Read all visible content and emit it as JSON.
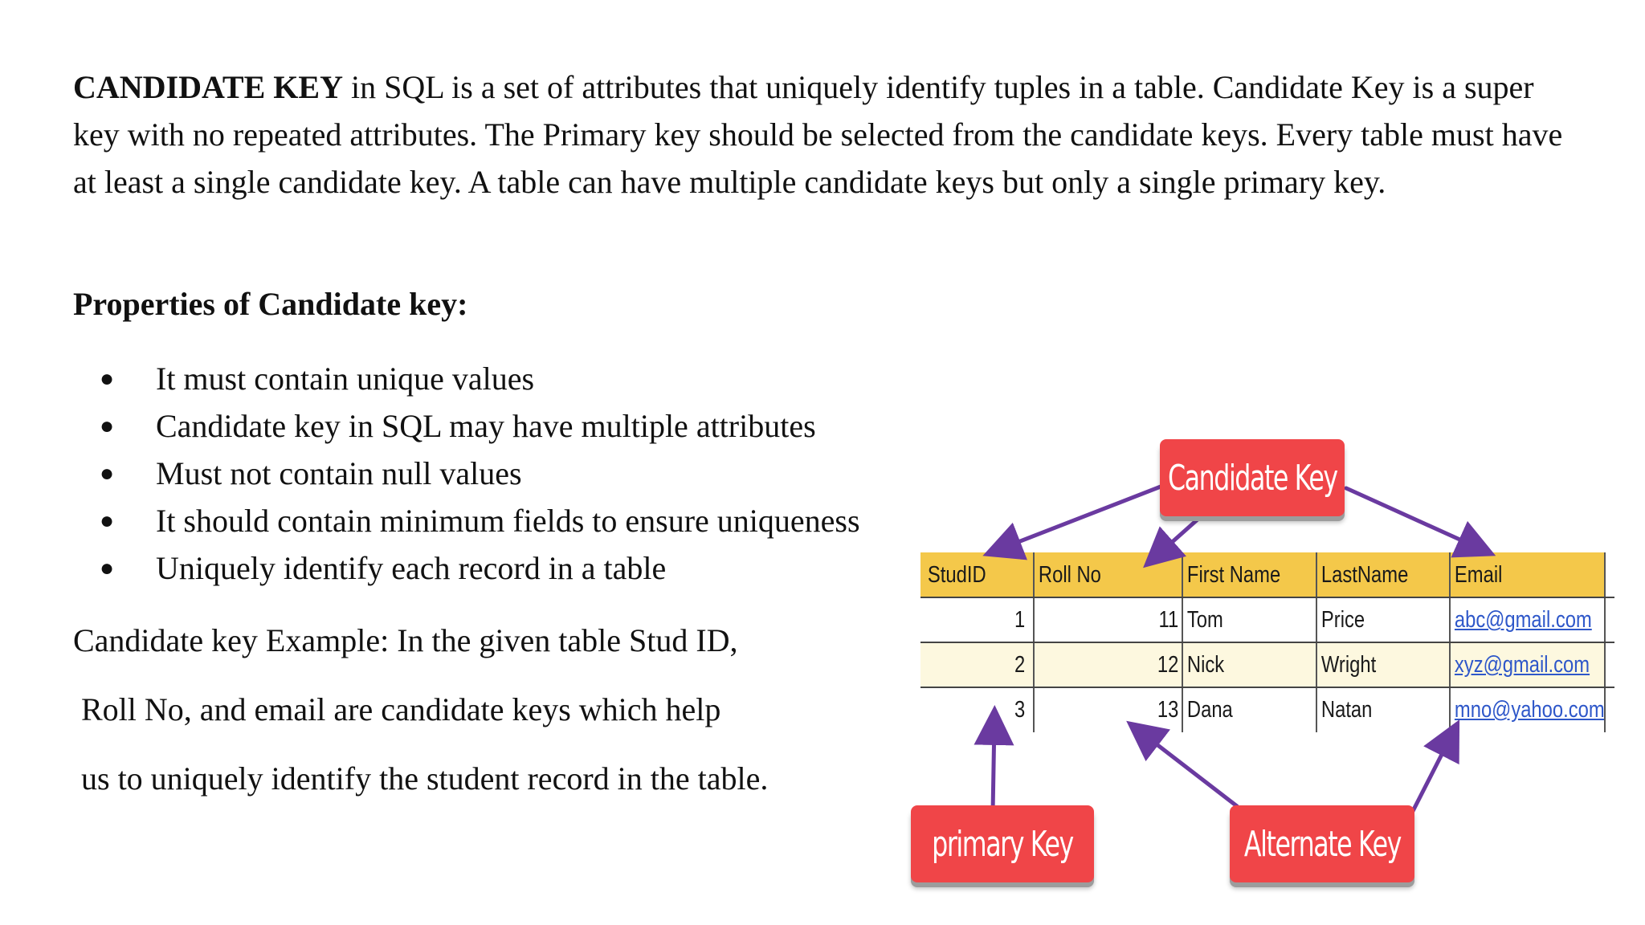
{
  "intro": {
    "term": "CANDIDATE KEY",
    "rest": " in SQL is a set of attributes that uniquely identify tuples in a table. Candidate Key is a super key with no repeated attributes. The Primary key should be selected from the candidate keys. Every table must have at least a single candidate key. A table can have multiple candidate keys but only a single primary key."
  },
  "heading": "Properties of Candidate key:",
  "bullet_glyph": "●",
  "properties": [
    "It must contain unique values",
    "Candidate key in SQL may have multiple attributes",
    "Must not contain null values",
    "It should contain minimum fields to ensure uniqueness",
    "Uniquely identify each record in a table"
  ],
  "example": [
    "Candidate key Example: In the given table Stud ID,",
    " Roll No, and email are candidate keys which help",
    " us to uniquely identify the student record in the table."
  ],
  "table": {
    "headers": [
      "StudID",
      "Roll No",
      "First Name",
      "LastName",
      "Email"
    ],
    "rows": [
      [
        "1",
        "11",
        "Tom",
        "Price",
        "abc@gmail.com"
      ],
      [
        "2",
        "12",
        "Nick",
        "Wright",
        "xyz@gmail.com"
      ],
      [
        "3",
        "13",
        "Dana",
        "Natan",
        "mno@yahoo.com"
      ]
    ]
  },
  "labels": {
    "candidate": "Candidate Key",
    "primary": "primary Key",
    "alternate": "Alternate Key"
  },
  "colors": {
    "header_fill": "#f4c84a",
    "alt_row_fill": "#fdf8df",
    "label_fill": "#f04548",
    "arrow": "#6a3aa0",
    "link": "#2e57c9"
  }
}
